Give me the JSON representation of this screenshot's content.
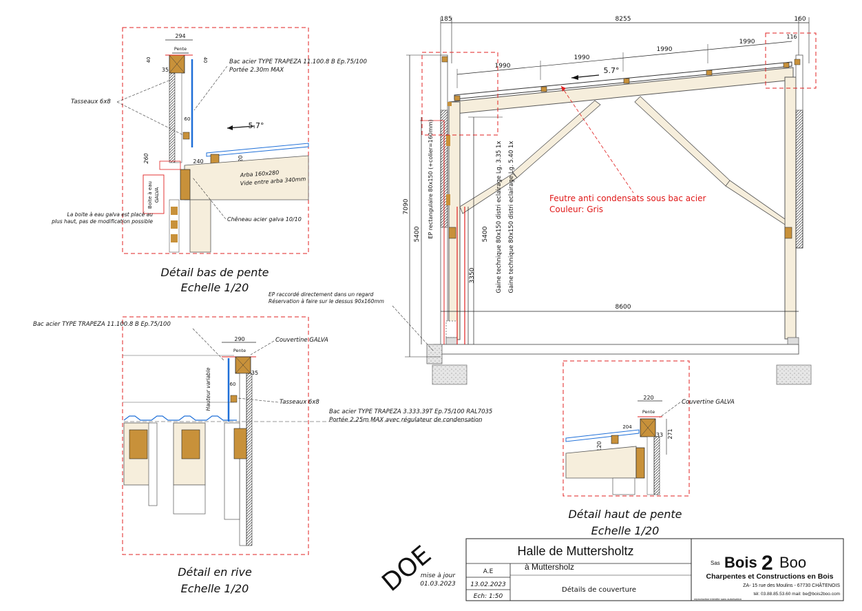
{
  "main_section": {
    "dim_185": "185",
    "dim_8255": "8255",
    "dim_160": "160",
    "dim_116": "116",
    "dim_1990": [
      "1990",
      "1990",
      "1990",
      "1990"
    ],
    "slope": "5.7°",
    "dim_7090": "7090",
    "dim_5400_left": "5400",
    "dim_5400_right": "5400",
    "dim_3350": "3350",
    "dim_8600": "8600",
    "label_ep": "EP rectangulaire 80x150 (+colier=160mm)",
    "label_gaine1": "Gaine technique 80x150 distri eclairage Lg. 3.35 1x",
    "label_gaine2": "Gaine technique 80x150 distri eclairage Lg. 5.40 1x",
    "note_feutre_1": "Feutre anti condensats sous bac acier",
    "note_feutre_2": "Couleur: Gris",
    "note_ep_1": "EP raccordé directement dans un regard",
    "note_ep_2": "Réservation à faire sur le dessus 90x160mm"
  },
  "detail_bas": {
    "dim_294": "294",
    "pente": "Pente",
    "dim_40a": "40",
    "dim_40b": "40",
    "dim_35": "35",
    "dim_60": "60",
    "dim_260": "260",
    "dim_240": "240",
    "dim_120": "120",
    "slope": "5.7°",
    "bac_1": "Bac acier TYPE TRAPEZA 11.100.8 B Ep.75/100",
    "bac_2": "Portée 2.30m MAX",
    "tasseaux": "Tasseaux 6x8",
    "arba_1": "Arba 160x280",
    "arba_2": "Vide entre arba 340mm",
    "cheneau": "Chêneau acier galva 10/10",
    "boite_1": "Boite à eau",
    "boite_2": "GALVA",
    "note_1": "La boite à eau galva est placé au",
    "note_2": "plus haut, pas de modification possible",
    "title": "Détail bas de pente",
    "scale": "Echelle 1/20"
  },
  "detail_rive": {
    "bac_top": "Bac acier TYPE TRAPEZA 11.100.8 B Ep.75/100",
    "dim_290": "290",
    "couvertine": "Couvertine GALVA",
    "pente": "Pente",
    "dim_35": "35",
    "dim_60": "60",
    "hauteur": "Hauteur variable",
    "tasseaux": "Tasseaux 6x8",
    "bac2_1": "Bac acier TYPE TRAPEZA 3.333.39T Ep.75/100 RAL7035",
    "bac2_2": "Portée 2.25m MAX avec régulateur de condensation",
    "title": "Détail en rive",
    "scale": "Echelle 1/20"
  },
  "detail_haut": {
    "dim_220": "220",
    "couvertine": "Couvertine GALVA",
    "pente": "Pente",
    "dim_204": "204",
    "dim_33": "33",
    "dim_271": "271",
    "dim_120": "120",
    "title": "Détail haut de pente",
    "scale": "Echelle 1/20"
  },
  "title_block": {
    "doe": "DOE",
    "mise_label": "mise à jour",
    "mise_date": "01.03.2023",
    "project": "Halle de Muttersholtz",
    "location": "à Muttersholz",
    "author": "A.E",
    "date": "13.02.2023",
    "scale": "Ech: 1:50",
    "subject": "Détails de couverture",
    "company_prefix": "Sas",
    "company_a": "Bois",
    "company_b": "2",
    "company_c": "Boo",
    "company_tagline": "Charpentes et Constructions en Bois",
    "company_address": "ZA- 15 rue des Moulins - 67730 CHÂTENOIS",
    "company_contact": "tél: 03.88.85.53.60    mail: be@bois2boo.com",
    "company_notice": "reproduction interdite sans autorisation"
  },
  "colors": {
    "wood_fill": "#c8913a",
    "beam_fill": "#f6eedc",
    "red_dash": "#e02020",
    "blue": "#1e6fd8"
  }
}
